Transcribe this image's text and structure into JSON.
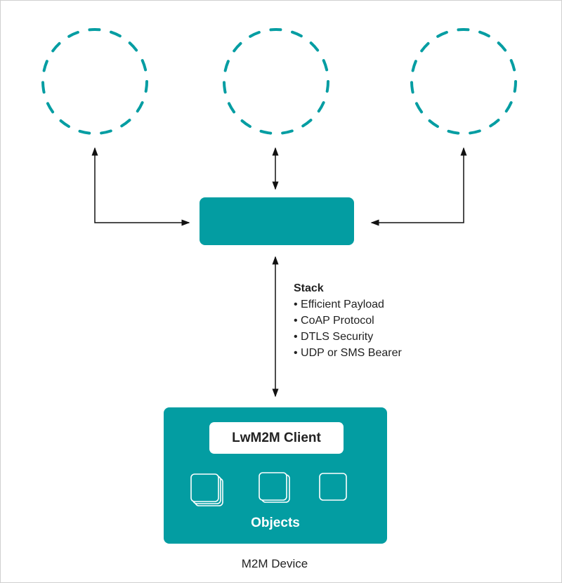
{
  "colors": {
    "teal": "#039da2",
    "arrow": "#111111"
  },
  "stack": {
    "title": "Stack",
    "items": [
      "• Efficient Payload",
      "• CoAP Protocol",
      "• DTLS Security",
      "• UDP or SMS Bearer"
    ]
  },
  "device": {
    "client_label": "LwM2M Client",
    "objects_label": "Objects",
    "device_label": "M2M Device"
  }
}
